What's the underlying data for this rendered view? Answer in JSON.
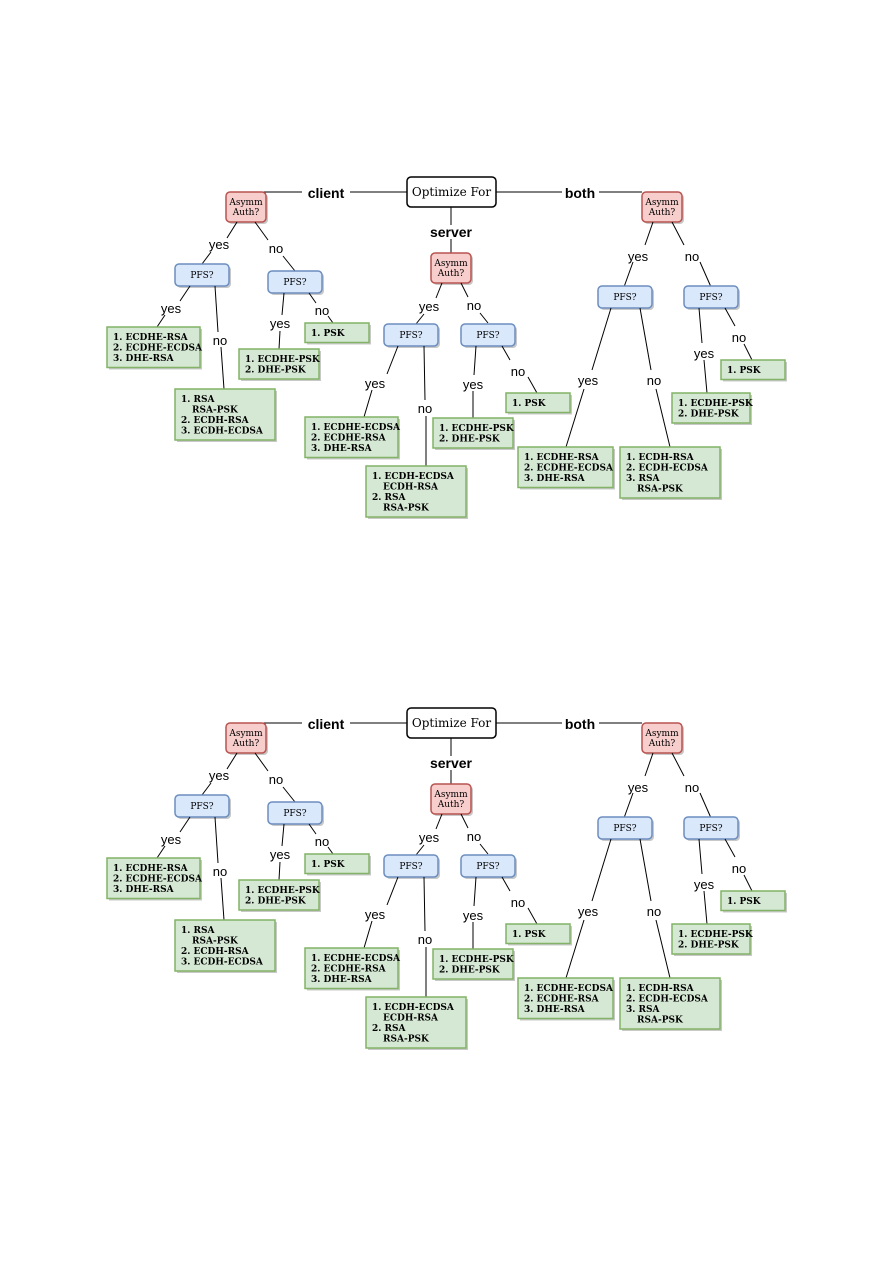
{
  "colors": {
    "root_fill": "#ffffff",
    "root_stroke": "#000000",
    "auth_fill": "#f8cecc",
    "auth_stroke": "#b85450",
    "pfs_fill": "#dae8fc",
    "pfs_stroke": "#6c8ebf",
    "leaf_fill": "#d5e8d4",
    "leaf_stroke": "#82b366"
  },
  "diagrams": [
    {
      "root_label": "Optimize For",
      "auth_label": [
        "Asymm",
        "Auth?"
      ],
      "pfs_label": "PFS?",
      "branches": {
        "client": "client",
        "server": "server",
        "both": "both"
      },
      "answers": {
        "yes": "yes",
        "no": "no"
      },
      "leaves": {
        "client_pfs_yes": [
          "1. ECDHE-RSA",
          "2. ECDHE-ECDSA",
          "3. DHE-RSA"
        ],
        "client_pfs_no": [
          "1. RSA",
          "RSA-PSK",
          "2. ECDH-RSA",
          "3. ECDH-ECDSA"
        ],
        "client_nopfs_yes": [
          "1. ECDHE-PSK",
          "2. DHE-PSK"
        ],
        "client_nopfs_no": [
          "1. PSK"
        ],
        "server_pfs_yes": [
          "1. ECDHE-ECDSA",
          "2. ECDHE-RSA",
          "3. DHE-RSA"
        ],
        "server_pfs_no": [
          "1. ECDH-ECDSA",
          "ECDH-RSA",
          "2. RSA",
          "RSA-PSK"
        ],
        "server_nopfs_yes": [
          "1. ECDHE-PSK",
          "2. DHE-PSK"
        ],
        "server_nopfs_no": [
          "1. PSK"
        ],
        "both_pfs_yes": [
          "1. ECDHE-RSA",
          "2. ECDHE-ECDSA",
          "3. DHE-RSA"
        ],
        "both_pfs_no": [
          "1. ECDH-RSA",
          "2. ECDH-ECDSA",
          "3. RSA",
          "RSA-PSK"
        ],
        "both_nopfs_yes": [
          "1. ECDHE-PSK",
          "2. DHE-PSK"
        ],
        "both_nopfs_no": [
          "1. PSK"
        ]
      }
    },
    {
      "root_label": "Optimize For",
      "auth_label": [
        "Asymm",
        "Auth?"
      ],
      "pfs_label": "PFS?",
      "branches": {
        "client": "client",
        "server": "server",
        "both": "both"
      },
      "answers": {
        "yes": "yes",
        "no": "no"
      },
      "leaves": {
        "client_pfs_yes": [
          "1. ECDHE-RSA",
          "2. ECDHE-ECDSA",
          "3. DHE-RSA"
        ],
        "client_pfs_no": [
          "1. RSA",
          "RSA-PSK",
          "2. ECDH-RSA",
          "3. ECDH-ECDSA"
        ],
        "client_nopfs_yes": [
          "1. ECDHE-PSK",
          "2. DHE-PSK"
        ],
        "client_nopfs_no": [
          "1. PSK"
        ],
        "server_pfs_yes": [
          "1. ECDHE-ECDSA",
          "2. ECDHE-RSA",
          "3. DHE-RSA"
        ],
        "server_pfs_no": [
          "1. ECDH-ECDSA",
          "ECDH-RSA",
          "2. RSA",
          "RSA-PSK"
        ],
        "server_nopfs_yes": [
          "1. ECDHE-PSK",
          "2. DHE-PSK"
        ],
        "server_nopfs_no": [
          "1. PSK"
        ],
        "both_pfs_yes": [
          "1. ECDHE-ECDSA",
          "2. ECDHE-RSA",
          "3. DHE-RSA"
        ],
        "both_pfs_no": [
          "1. ECDH-RSA",
          "2. ECDH-ECDSA",
          "3. RSA",
          "RSA-PSK"
        ],
        "both_nopfs_yes": [
          "1. ECDHE-PSK",
          "2. DHE-PSK"
        ],
        "both_nopfs_no": [
          "1. PSK"
        ]
      }
    }
  ]
}
